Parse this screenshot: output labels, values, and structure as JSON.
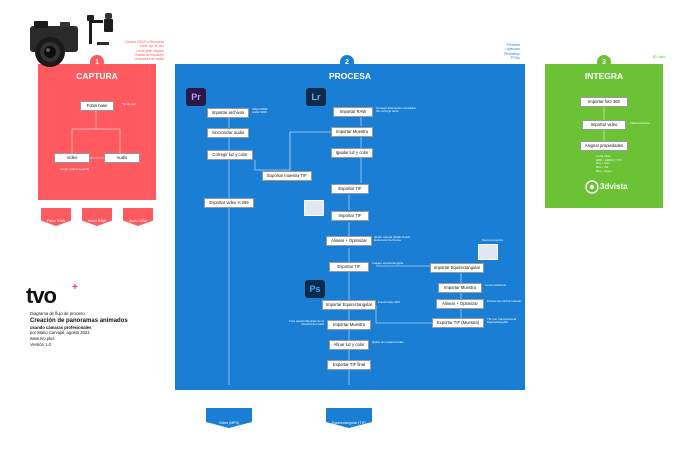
{
  "colors": {
    "red": "#ff5a5f",
    "blue": "#1a7ed4",
    "green": "#6cc235",
    "pink": "#e8357a",
    "dark": "#111111"
  },
  "camera_note": {
    "lines": [
      "Cámara DSLR o Mirrorless",
      "Lente ojo de pez",
      "Lente gran angular",
      "Rótula de encuadre",
      "Grabadora de audio"
    ]
  },
  "captura": {
    "number": "1",
    "title": "CAPTURA",
    "foto_base": "Fotos base",
    "tip_foto": "Tip de pez",
    "video": "Video",
    "audio": "Audio",
    "label_grabar": "Luego grabar sepuirlo",
    "outputs": [
      "Fotos RAW",
      "Video RAW",
      "Audio WAV"
    ]
  },
  "procesa": {
    "number": "2",
    "title": "PROCESA",
    "software": [
      "Premiere",
      "Lightroom",
      "Photoshop",
      "PTGui"
    ],
    "pr_icon": "Pr",
    "lr_icon": "Lr",
    "ps_icon": "Ps",
    "pr_boxes": [
      "Importar archivos",
      "Sincronizar audio",
      "Corregir luz y color"
    ],
    "pr_notes": [
      "Video RAW",
      "Audio WAV"
    ],
    "lr_boxes": [
      "Importar RAW",
      "Importar Muestra",
      "Igualar luz y color"
    ],
    "lr_notes": [
      "Corregir aberración cromática",
      "Sin corregir lente"
    ],
    "export_muestra": "Exportar muestra TIF",
    "export_video": "Exportar video H.265",
    "export_tif": "Exportar TIF",
    "pt_boxes": [
      "Importar TIF",
      "Alinear + Optimizar",
      "Exportar TIF"
    ],
    "pt_notes": [
      "Quitar trípode (Nadir Point)",
      "Enderezar horizonte"
    ],
    "pt_export_note": "Imagen equirectangular",
    "right_boxes": [
      "Importar Equirectangular",
      "Importar Muestra",
      "Alinear + Optimizar",
      "Exportar TIF (Muestra)"
    ],
    "right_notes": [
      "Nuevo proyecto",
      "Lente rectilínea",
      "Puntos de control manual",
      "TIF con transparencia",
      "Equirectangular"
    ],
    "ps_boxes": [
      "Importar Equirectangular",
      "Importar Muestra",
      "Afinar luz y color",
      "Exportar TIF final"
    ],
    "ps_notes": [
      "Fondo base 360",
      "Foto equirectangular de la muestra del nadir",
      "Quitar las capas bordes"
    ],
    "outputs": [
      "Video (MP4)",
      "Equirectangular (TIF)"
    ]
  },
  "integra": {
    "number": "3",
    "title": "INTEGRA",
    "software": "3D Vista",
    "boxes": [
      "Importar foto 360",
      "Importar video",
      "Asignar propiedades"
    ],
    "video_note": "Video Instance",
    "props": [
      "A otra Vista",
      "HDR > HDR(l) > TCI",
      "Mov + Pan",
      "Mov + Tilt",
      "Mov + Zoom"
    ],
    "brand": "3dvista"
  },
  "footer": {
    "logo": "tvo",
    "subtitle": "Diagrama de flujo de proceso",
    "title": "Creación de panoramas animados",
    "title2": "usando cámaras profesionales",
    "author": "por Mario Carvajal, agosto 2022",
    "url": "www.tvo.plus",
    "version": "Versión 1.0"
  }
}
